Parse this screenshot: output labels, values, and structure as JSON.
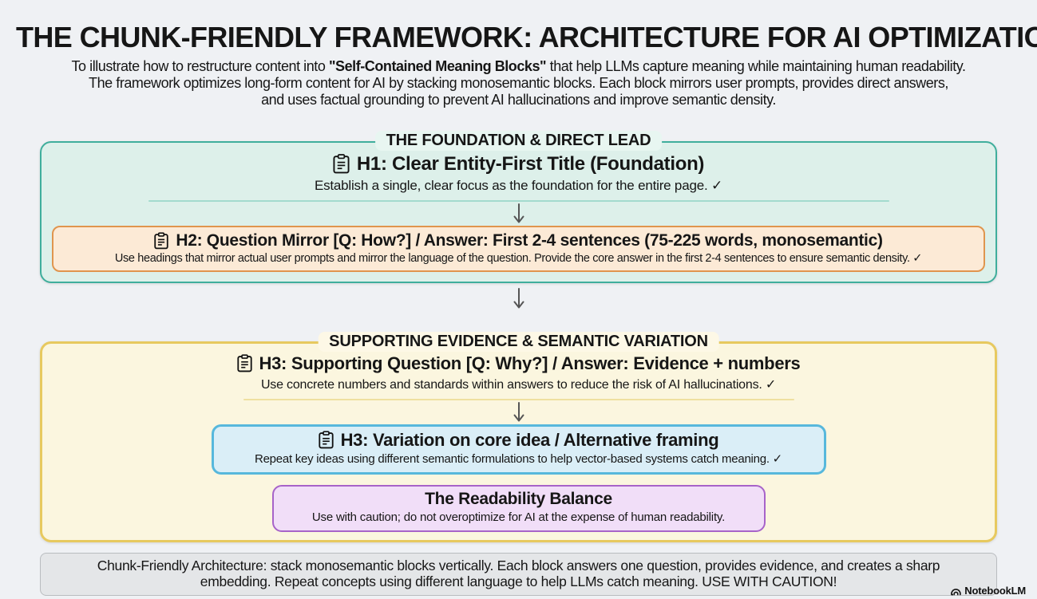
{
  "page": {
    "title": "THE CHUNK-FRIENDLY FRAMEWORK: ARCHITECTURE FOR AI OPTIMIZATION",
    "intro": {
      "line1_pre": "To illustrate how to restructure content into ",
      "line1_bold": "\"Self-Contained Meaning Blocks\"",
      "line1_post": " that help LLMs capture meaning while maintaining human readability.",
      "line2": "The framework optimizes long-form content for AI by stacking monosemantic blocks. Each block mirrors user prompts, provides direct answers,",
      "line3": "and uses factual grounding to prevent AI hallucinations and improve semantic density."
    }
  },
  "sections": {
    "foundation": {
      "label": "THE FOUNDATION & DIRECT LEAD",
      "h1_block": {
        "icon": "clipboard-icon",
        "heading": "H1: Clear Entity-First Title (Foundation)",
        "description": "Establish a single, clear focus as the foundation for the entire page. ✓"
      },
      "h2_block": {
        "icon": "clipboard-icon",
        "heading": "H2: Question Mirror [Q: How?] / Answer: First 2-4 sentences (75-225 words, monosemantic)",
        "description": "Use headings that mirror actual user prompts and mirror the language of the question. Provide the core answer in the first 2-4 sentences to ensure semantic density. ✓"
      }
    },
    "evidence": {
      "label": "SUPPORTING EVIDENCE & SEMANTIC VARIATION",
      "h3_support_block": {
        "icon": "clipboard-icon",
        "heading": "H3: Supporting Question [Q: Why?] / Answer: Evidence + numbers",
        "description": "Use concrete numbers and standards within answers to reduce the risk of AI hallucinations. ✓"
      },
      "h3_variation_block": {
        "icon": "clipboard-icon",
        "heading": "H3: Variation on core idea / Alternative framing",
        "description": "Repeat key ideas using different semantic formulations to help vector-based systems catch meaning. ✓"
      },
      "readability_block": {
        "heading": "The Readability Balance",
        "description": "Use with caution; do not overoptimize for AI at the expense of human readability."
      }
    }
  },
  "footer": {
    "summary": "Chunk-Friendly Architecture: stack monosemantic blocks vertically. Each block answers one question, provides evidence, and creates a sharp embedding. Repeat concepts using different language to help LLMs catch meaning. USE WITH CAUTION!",
    "watermark": "NotebookLM"
  },
  "icons": {
    "clipboard": "clipboard-icon",
    "down_arrow": "down-arrow-icon",
    "notebooklm_logo": "notebooklm-logo-icon"
  },
  "palette": {
    "page_bg": "#eff1f4",
    "text": "#161616",
    "teal_border": "#3fae9c",
    "teal_bg": "#ddf0ea",
    "orange_border": "#e0954e",
    "orange_bg": "#fcead6",
    "gold_border": "#e7c95f",
    "cream_bg": "#fbf6df",
    "blue_border": "#57b8dc",
    "blue_bg": "#daeef7",
    "purple_border": "#a763c9",
    "purple_bg": "#f1def8",
    "gray_bg": "#e4e6e8"
  }
}
